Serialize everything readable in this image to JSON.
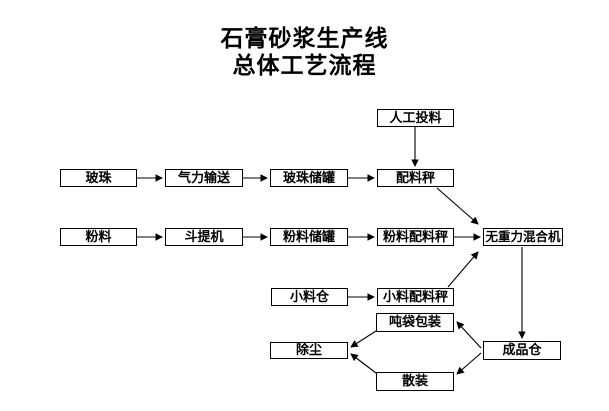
{
  "title": {
    "line1": "石膏砂浆生产线",
    "line2": "总体工艺流程"
  },
  "nodes": {
    "manual_feed": {
      "label": "人工投料"
    },
    "glass_beads": {
      "label": "玻珠"
    },
    "pneumatic_conveying": {
      "label": "气力输送"
    },
    "glass_bead_silo": {
      "label": "玻珠储罐"
    },
    "batching_scale": {
      "label": "配料秤"
    },
    "powder": {
      "label": "粉料"
    },
    "bucket_elevator": {
      "label": "斗提机"
    },
    "powder_silo": {
      "label": "粉料储罐"
    },
    "powder_batching_scale": {
      "label": "粉料配料秤"
    },
    "gravity_free_mixer": {
      "label": "无重力混合机"
    },
    "small_material_bin": {
      "label": "小料仓"
    },
    "small_material_batching_scale": {
      "label": "小料配料秤"
    },
    "ton_bag_packing": {
      "label": "吨袋包装"
    },
    "dust_collection": {
      "label": "除尘"
    },
    "finished_product_silo": {
      "label": "成品仓"
    },
    "bulk_loading": {
      "label": "散装"
    }
  },
  "edges": [
    {
      "from": "glass_beads",
      "to": "pneumatic_conveying"
    },
    {
      "from": "pneumatic_conveying",
      "to": "glass_bead_silo"
    },
    {
      "from": "glass_bead_silo",
      "to": "batching_scale"
    },
    {
      "from": "manual_feed",
      "to": "batching_scale"
    },
    {
      "from": "batching_scale",
      "to": "gravity_free_mixer"
    },
    {
      "from": "powder",
      "to": "bucket_elevator"
    },
    {
      "from": "bucket_elevator",
      "to": "powder_silo"
    },
    {
      "from": "powder_silo",
      "to": "powder_batching_scale"
    },
    {
      "from": "powder_batching_scale",
      "to": "gravity_free_mixer"
    },
    {
      "from": "small_material_bin",
      "to": "small_material_batching_scale"
    },
    {
      "from": "small_material_batching_scale",
      "to": "gravity_free_mixer"
    },
    {
      "from": "gravity_free_mixer",
      "to": "finished_product_silo"
    },
    {
      "from": "finished_product_silo",
      "to": "ton_bag_packing"
    },
    {
      "from": "finished_product_silo",
      "to": "bulk_loading"
    },
    {
      "from": "ton_bag_packing",
      "to": "dust_collection"
    },
    {
      "from": "bulk_loading",
      "to": "dust_collection"
    }
  ],
  "colors": {
    "background": "#ffffff",
    "box_fill": "#ffffff",
    "box_border": "#000000",
    "line": "#000000",
    "text": "#000000"
  }
}
